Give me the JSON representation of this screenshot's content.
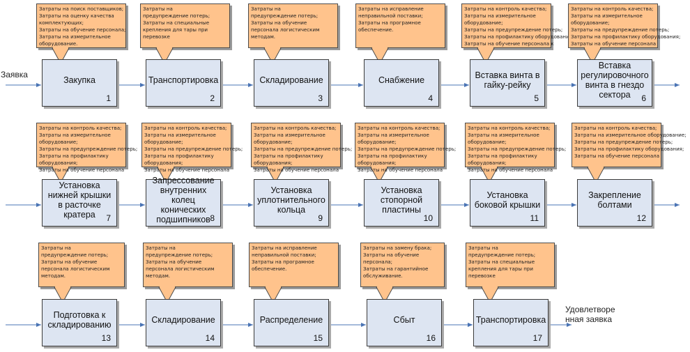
{
  "diagram": {
    "input_label": "Заявка",
    "output_label": "Удовлетворе\nнная заявка",
    "processes": [
      {
        "label": "Закупка",
        "num": "1"
      },
      {
        "label": "Транспортировка",
        "num": "2"
      },
      {
        "label": "Складирование",
        "num": "3"
      },
      {
        "label": "Снабжение",
        "num": "4"
      },
      {
        "label": "Вставка винта в гайку-рейку",
        "num": "5"
      },
      {
        "label": "Вставка регулировочного винта в гнездо сектора",
        "num": "6"
      },
      {
        "label": "Установка нижней крышки в расточке кратера",
        "num": "7"
      },
      {
        "label": "Запрессование внутренних колец конических подшипников",
        "num": "8"
      },
      {
        "label": "Установка уплотнительного кольца",
        "num": "9"
      },
      {
        "label": "Установка стопорной пластины",
        "num": "10"
      },
      {
        "label": "Установка боковой крышки",
        "num": "11"
      },
      {
        "label": "Закрепление болтами",
        "num": "12"
      },
      {
        "label": "Подготовка к складированию",
        "num": "13"
      },
      {
        "label": "Складирование",
        "num": "14"
      },
      {
        "label": "Распределение",
        "num": "15"
      },
      {
        "label": "Сбыт",
        "num": "16"
      },
      {
        "label": "Транспортировка",
        "num": "17"
      }
    ],
    "callouts": [
      "Затраты на поиск поставщиков;\nЗатраты на оценку качества\nкомплектующих;\nЗатраты на обучение персонала;\nЗатраты на измерительное\nоборудование.",
      "Затраты на\nпредупреждение потерь;\nЗатраты на специальные\nкрепления для тары при\nперевозке",
      "Затраты на\nпредупреждение потерь;\nЗатраты на обучение\nперсонала логистическим\nметодам.",
      "Затраты на исправление\nнеправильной поставки;\nЗатраты на програмное\nобеспечение.",
      "Затраты на контроль качества;\nЗатраты на измерительное\nоборудование;\nЗатраты на предупреждение потерь;\nЗатраты на профилактику оборудования;\nЗатраты на обучение персонала к",
      "Затраты на контроль качества;\nЗатраты на измерительное\nоборудование;\nЗатраты на предупреждение потерь;\nЗатраты на профилактику оборудования;\nЗатраты на обучение персонала",
      "Затраты на контроль качества;\nЗатраты на измерительное\nоборудование;\nЗатраты на предупреждение потерь;\nЗатраты на профилактику\nоборудования;\nЗатраты на обучение персонала",
      "Затраты на контроль качества;\nЗатраты на измерительное\nоборудование;\nЗатраты на предупреждение потерь;\nЗатраты на профилактику\nоборудования;\nЗатраты на обучение персонала",
      "Затраты на контроль качества;\nЗатраты на измерительное\nоборудование;\nЗатраты на предупреждение потерь;\nЗатраты на профилактику\nоборудования;\nЗатраты на обучение персонала",
      "Затраты на контроль качества;\nЗатраты на измерительное\nоборудование;\nЗатраты на предупреждение потерь;\nЗатраты на профилактику\nоборудования;\nЗатраты на обучение персонала",
      "Затраты на контроль качества;\nЗатраты на измерительное\nоборудование;\nЗатраты на предупреждение потерь;\nЗатраты на профилактику\nоборудования;\nЗатраты на обучение персонала",
      "Затраты на контроль качества;\nЗатраты на измерительное оборудование;\nЗатраты на предупреждение потерь;\nЗатраты на профилактику оборудования;\nЗатраты на обучение персонала",
      "Затраты на\nпредупреждение потерь;\nЗатраты на обучение\nперсонала логистическим\nметодам.",
      "Затраты на\nпредупреждение потерь;\nЗатраты на обучение\nперсонала логистическим\nметодам.",
      "Затраты на исправление\nнеправильной поставки;\nЗатраты на програмное\nобеспечение.",
      "Затраты на замену брака;\nЗатраты на обучение\nперсонала;\nЗатраты на гарантийное\nобслуживание.",
      "Затраты на\nпредупреждение потерь;\nЗатраты на специальные\nкрепления для тары при\nперевозке"
    ]
  }
}
